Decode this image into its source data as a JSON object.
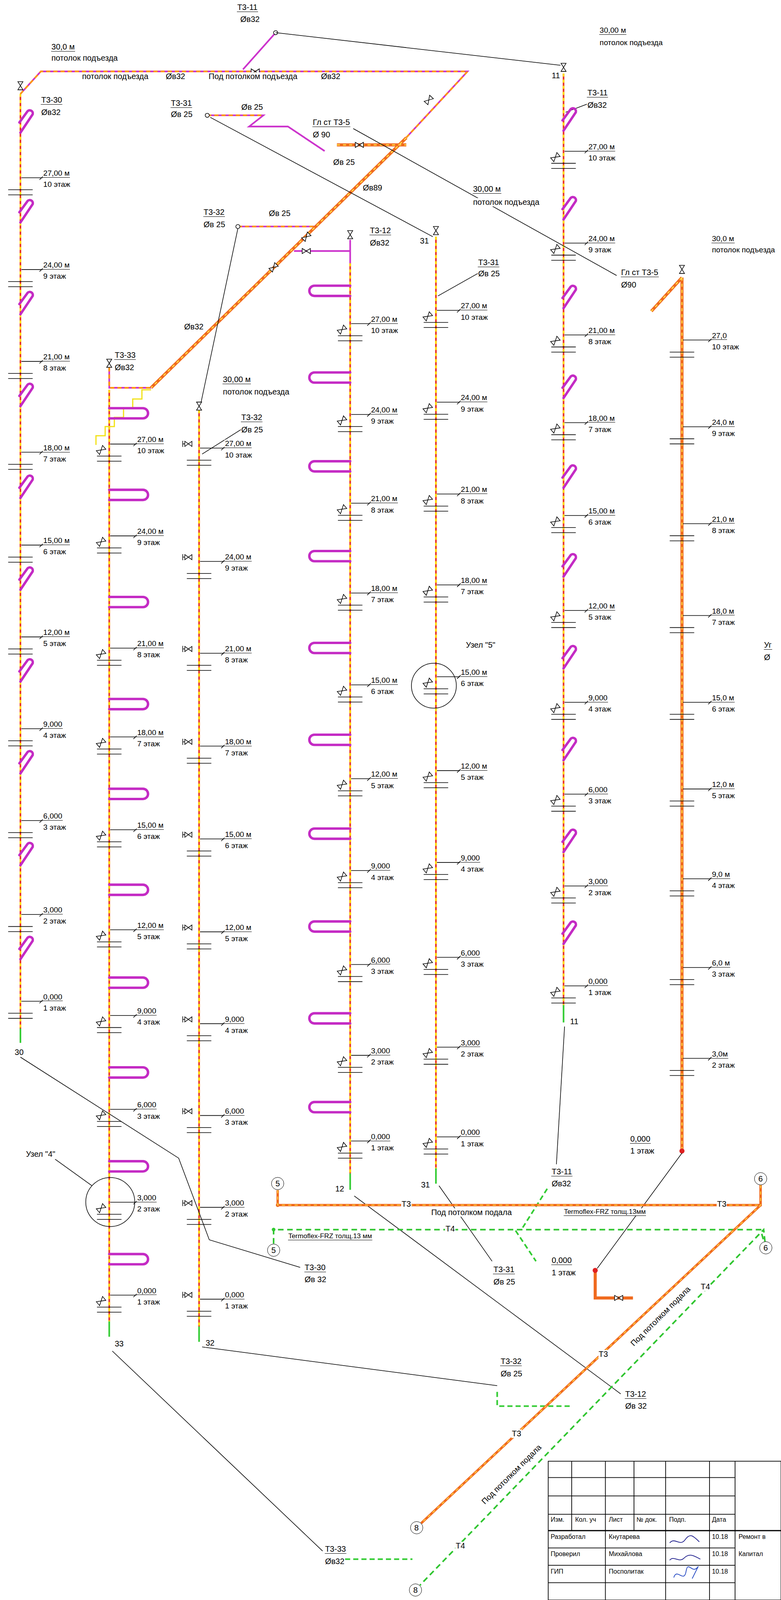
{
  "diagram": {
    "nodes": [
      {
        "text": [
          "5"
        ]
      },
      {
        "text": [
          "6"
        ]
      },
      {
        "text": [
          "5"
        ]
      },
      {
        "text": [
          "6"
        ]
      },
      {
        "text": [
          "8"
        ]
      },
      {
        "text": [
          "8"
        ]
      }
    ],
    "edges": [
      {
        "from": 0,
        "to": 1,
        "arrow": "none"
      },
      {
        "from": 2,
        "to": 3,
        "arrow": "none"
      },
      {
        "from": 1,
        "to": 4,
        "arrow": "none"
      },
      {
        "from": 3,
        "to": 5,
        "arrow": "none"
      }
    ],
    "labels": [
      "Т3-11",
      "Øв32",
      "30,0 м",
      "потолок подъезда",
      "потолок подъезда",
      "Øв32",
      "Под потолком подъезда",
      "Øв32",
      "Т3-30",
      "Øв32",
      "30,00 м",
      "потолок подъезда",
      "11",
      "Т3-11",
      "Øв32",
      "Т3-31",
      "Øв 25",
      "Øв 25",
      "Гл ст Т3-5",
      "Ø 90",
      "Øв 25",
      "Øв89",
      "Т3-32",
      "Øв 25",
      "Øв 25",
      "Т3-12",
      "Øв32",
      "30,00 м",
      "потолок подъезда",
      "31",
      "Т3-31",
      "Øв 25",
      "30,0 м",
      "потолок подъезда",
      "Гл ст Т3-5",
      "Ø90",
      "Øв32",
      "Т3-33",
      "Øв32",
      "30,00 м",
      "потолок подъезда",
      "Т3-32",
      "Øв 25",
      "Уг",
      "Ø",
      "Узел \"5\"",
      "Узел \"4\"",
      "27,00 м",
      "10 этаж",
      "24,00 м",
      "9 этаж",
      "21,00 м",
      "8 этаж",
      "18,00 м",
      "7 этаж",
      "15,00 м",
      "6 этаж",
      "12,00 м",
      "5 этаж",
      "9,000",
      "4 этаж",
      "6,000",
      "3 этаж",
      "3,000",
      "2 этаж",
      "0,000",
      "1 этаж",
      "27,00 м",
      "10 этаж",
      "24,00 м",
      "9 этаж",
      "21,00 м",
      "8 этаж",
      "18,00 м",
      "7 этаж",
      "15,00 м",
      "6 этаж",
      "12,00 м",
      "5 этаж",
      "9,000",
      "4 этаж",
      "6,000",
      "3 этаж",
      "3,000",
      "2 этаж",
      "0,000",
      "1 этаж",
      "27,00 м",
      "10 этаж",
      "24,00 м",
      "9 этаж",
      "21,00 м",
      "8 этаж",
      "18,00 м",
      "7 этаж",
      "15,00 м",
      "6 этаж",
      "12,00 м",
      "5 этаж",
      "9,000",
      "4 этаж",
      "6,000",
      "3 этаж",
      "3,000",
      "2 этаж",
      "0,000",
      "1 этаж",
      "27,00 м",
      "10 этаж",
      "24,00 м",
      "9 этаж",
      "21,00 м",
      "8 этаж",
      "18,00 м",
      "7 этаж",
      "15,00 м",
      "6 этаж",
      "12,00 м",
      "5 этаж",
      "9,000",
      "4 этаж",
      "6,000",
      "3 этаж",
      "3,000",
      "2 этаж",
      "0,000",
      "1 этаж",
      "27,00 м",
      "10 этаж",
      "24,00 м",
      "9 этаж",
      "21,00 м",
      "8 этаж",
      "18,00 м",
      "7 этаж",
      "15,00 м",
      "6 этаж",
      "12,00 м",
      "5 этаж",
      "9,000",
      "4 этаж",
      "6,000",
      "3 этаж",
      "3,000",
      "2 этаж",
      "0,000",
      "1 этаж",
      "27,00 м",
      "10 этаж",
      "24,00 м",
      "9 этаж",
      "21,00 м",
      "8 этаж",
      "18,00 м",
      "7 этаж",
      "15,00 м",
      "6 этаж",
      "12,00 м",
      "5 этаж",
      "9,000",
      "4 этаж",
      "6,000",
      "3 этаж",
      "3,000",
      "2 этаж",
      "0,000",
      "1 этаж",
      "27,0",
      "10 этаж",
      "24,0 м",
      "9 этаж",
      "21,0 м",
      "8 этаж",
      "18,0 м",
      "7 этаж",
      "15,0 м",
      "6 этаж",
      "12,0 м",
      "5 этаж",
      "9,0 м",
      "4 этаж",
      "6,0 м",
      "3 этаж",
      "3,0м",
      "2 этаж",
      "0,000",
      "1 этаж",
      "30",
      "12",
      "31",
      "11",
      "33",
      "32",
      "Т3-11",
      "Øв32",
      "Т3",
      "Под потолком подала",
      "Termoflex-FRZ толщ.13мм",
      "Т3",
      "Т4",
      "Termoflex-FRZ толщ.13 мм",
      "Т3-30",
      "Øв 32",
      "0,000",
      "1 этаж",
      "Т3-31",
      "Øв 25",
      "Под потолком подала",
      "Т4",
      "Т3",
      "Т3-32",
      "Øв 25",
      "Т3-12",
      "Øв 32",
      "Т3",
      "Под потолком подала",
      "Т4",
      "Т3-33",
      "Øв32",
      "Изм.",
      "Кол. уч",
      "Лист",
      "№ док.",
      "Подп.",
      "Дата",
      "Разработал",
      "Кнутарева",
      "10.18",
      "Ремонт в",
      "Проверил",
      "Михайлова",
      "10.18",
      "Капитал",
      "ГИП",
      "Посполитак",
      "10.18"
    ]
  }
}
